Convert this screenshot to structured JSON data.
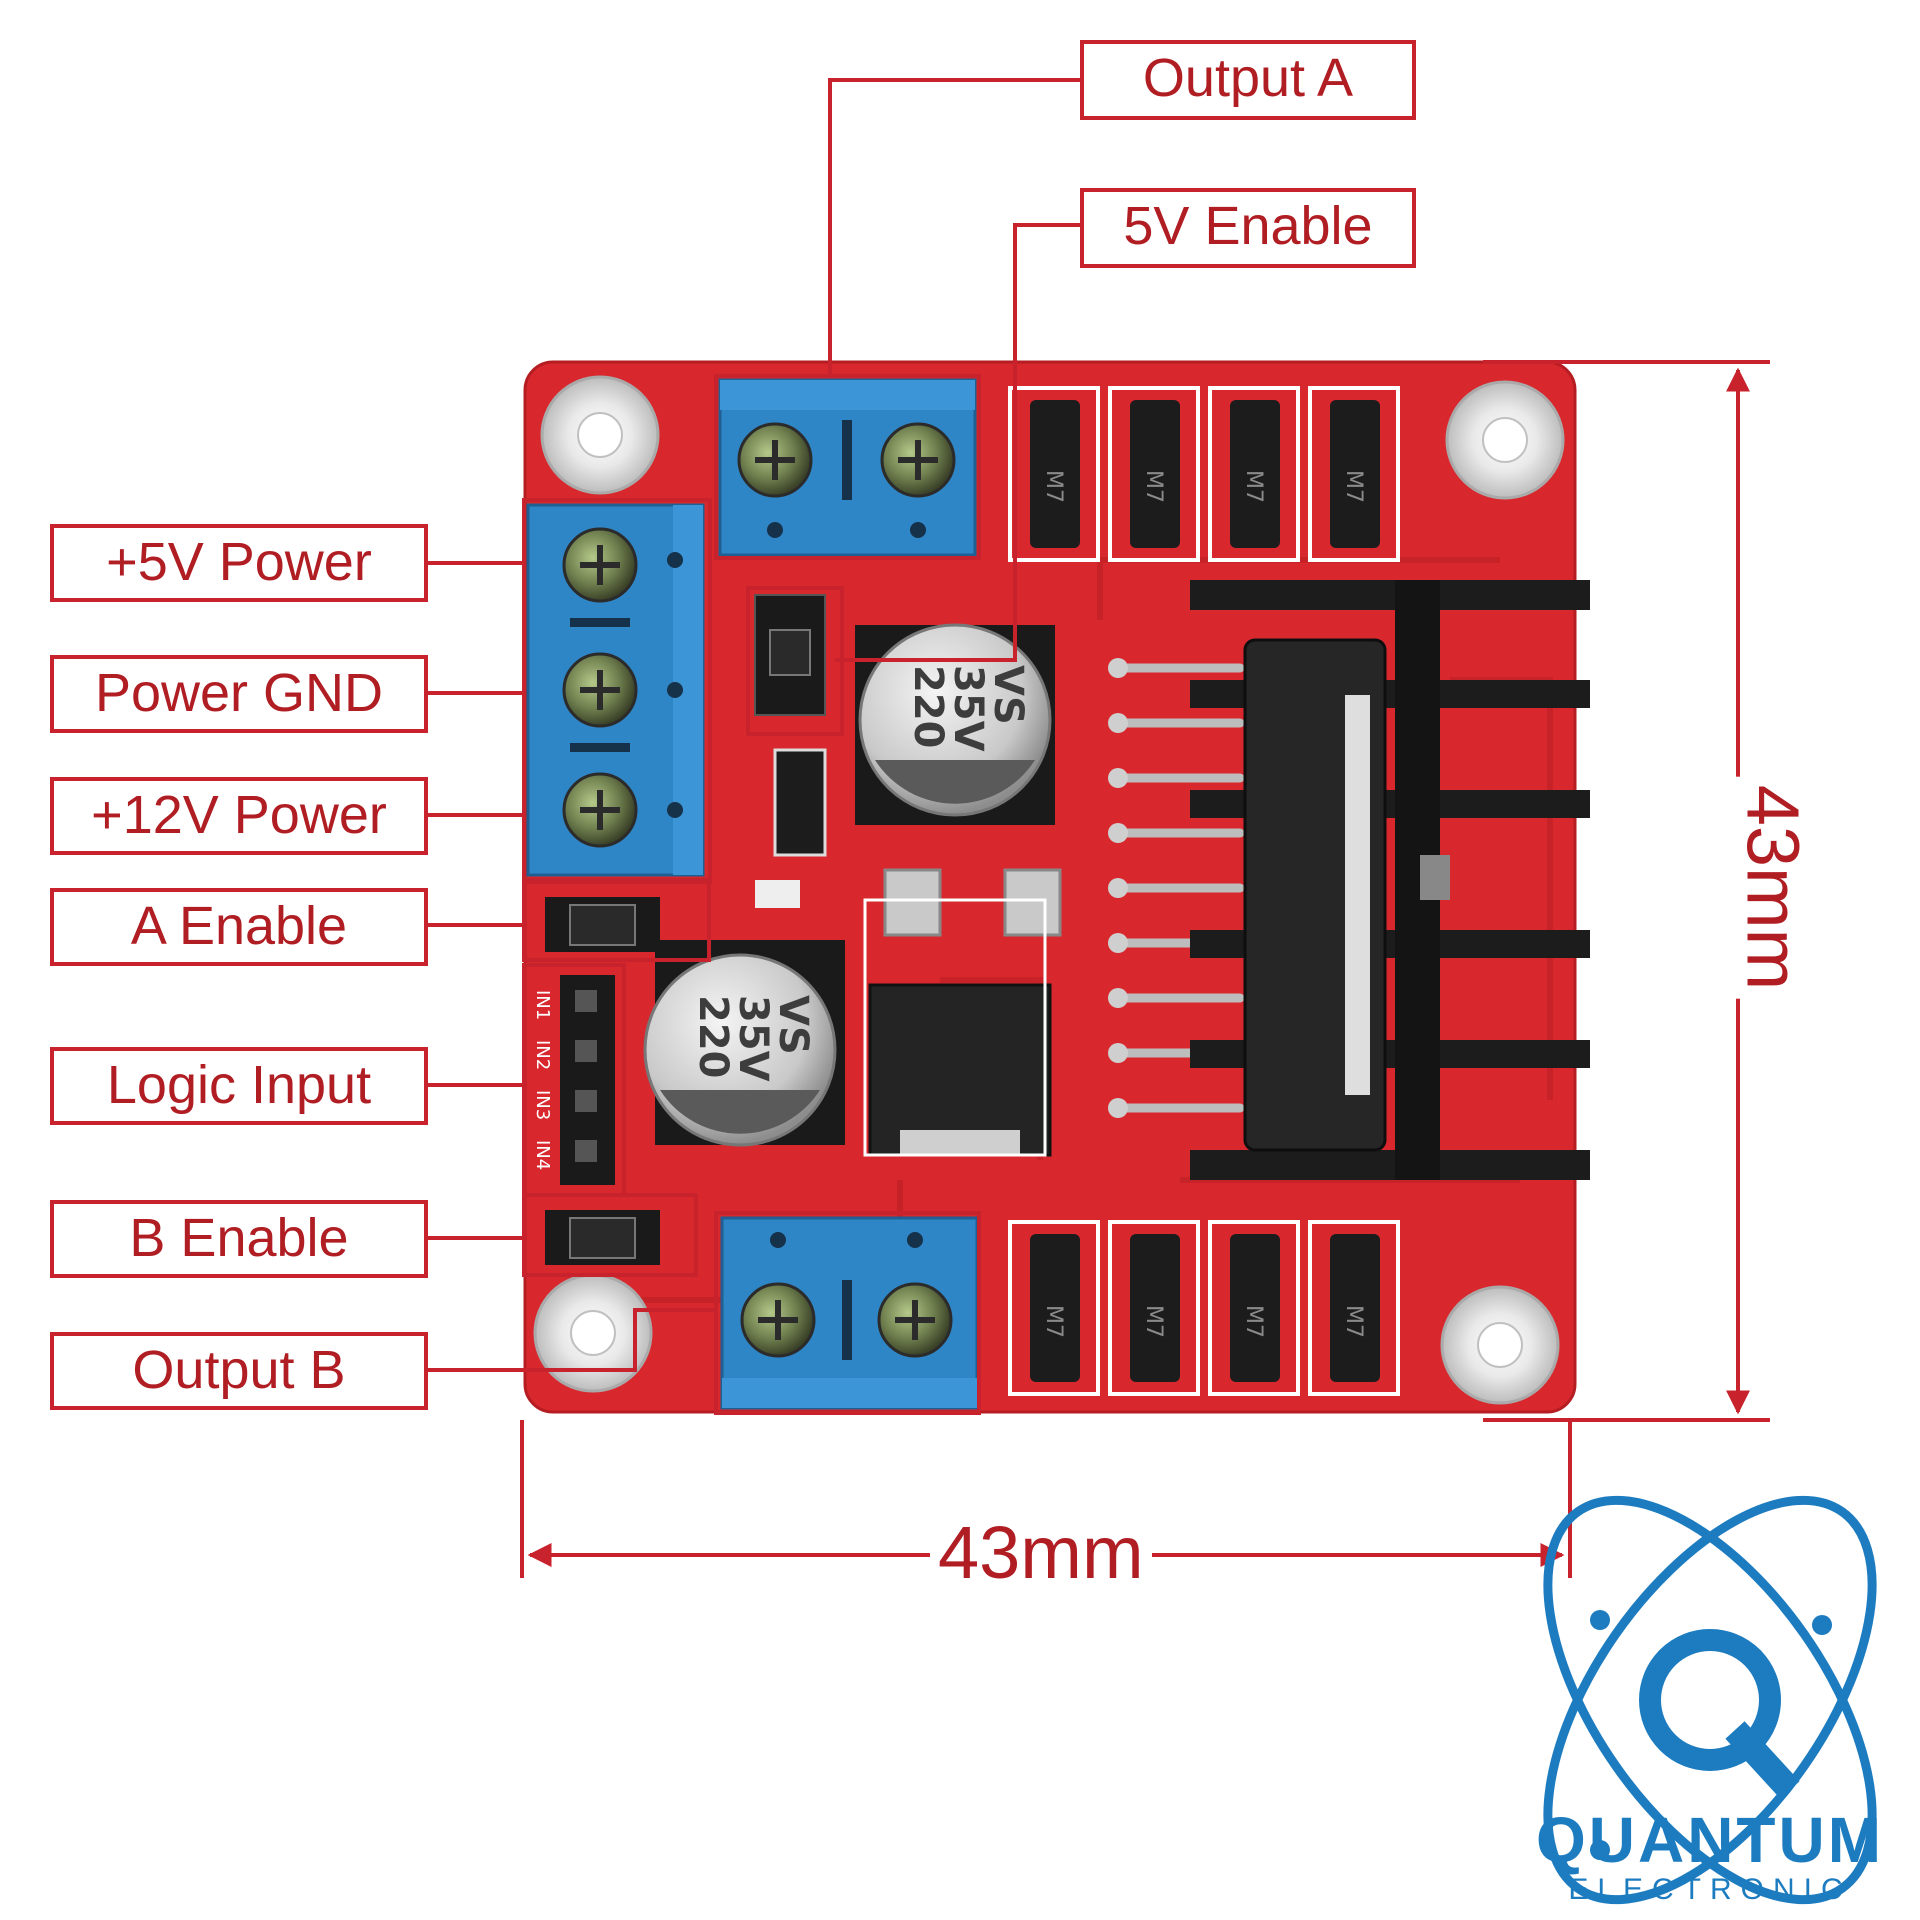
{
  "labels": {
    "output_a": "Output A",
    "five_v_enable": "5V Enable",
    "plus_5v_power": "+5V Power",
    "power_gnd": "Power GND",
    "plus_12v_power": "+12V Power",
    "a_enable": "A Enable",
    "logic_input": "Logic Input",
    "b_enable": "B Enable",
    "output_b": "Output B"
  },
  "dimensions": {
    "width": "43mm",
    "height": "43mm"
  },
  "capacitor_markings": [
    "220",
    "35V",
    "VS"
  ],
  "diode_marking": "M7",
  "pin_labels": [
    "IN1",
    "IN2",
    "IN3",
    "IN4"
  ],
  "brand": {
    "name": "QUANTUM",
    "tagline": "ELECTRONIC",
    "logo_letter": "Q"
  },
  "colors": {
    "annotation_red": "#c8232c",
    "pcb_red": "#d8282e",
    "terminal_blue": "#2f86c6",
    "brand_blue": "#1d7cc0",
    "heatsink_black": "#1c1c1c"
  }
}
